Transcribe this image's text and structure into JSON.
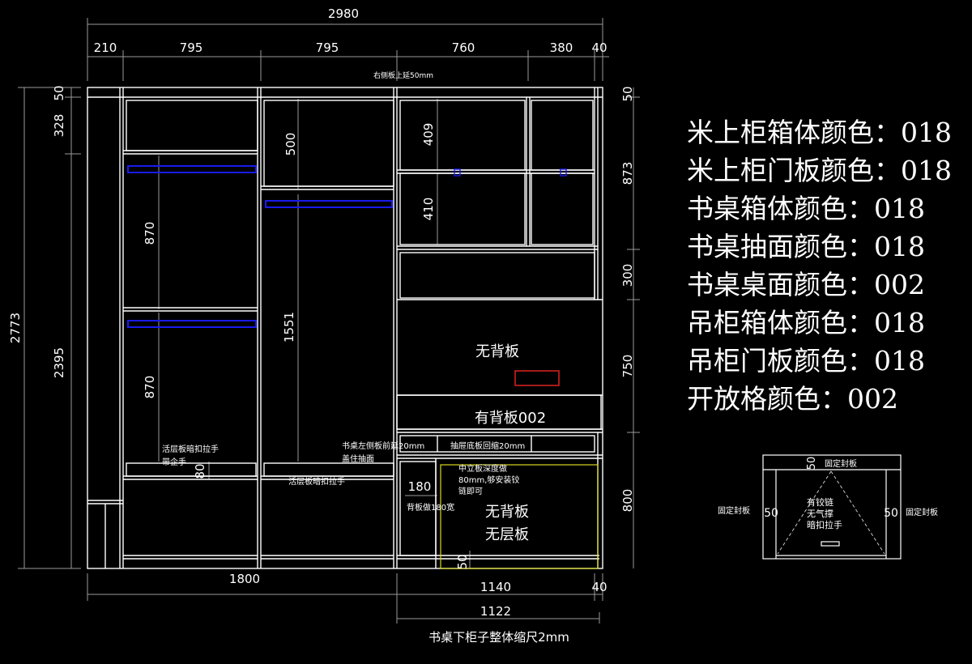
{
  "dimensions": {
    "top_total": "2980",
    "top_segments": [
      "210",
      "795",
      "795",
      "760",
      "380",
      "40"
    ],
    "left_total": "2773",
    "left_upper": "50",
    "left_upper2": "328",
    "left_lower": "2395",
    "right_segments": [
      "50",
      "873",
      "300",
      "750",
      "800"
    ],
    "inner": [
      "409",
      "410",
      "500",
      "870",
      "870",
      "1551",
      "80",
      "180",
      "50"
    ],
    "bottom_left": "1800",
    "bottom_mid": "1140",
    "bottom_right": "40",
    "bottom_desk": "1122"
  },
  "labels": {
    "right_side_panel": "右侧板上延50mm",
    "no_back_upper": "无背板",
    "back_002": "有背板002",
    "shelf_handle_left_1": "活层板暗扣拉手",
    "shelf_handle_left_2": "带企手",
    "shelf_handle_mid": "活层板暗扣拉手",
    "desk_side_1": "书桌左侧板前延20mm",
    "desk_side_2": "盖住抽面",
    "drawer_base": "抽屉底板回缩20mm",
    "center_panel_1": "中立板深度做",
    "center_panel_2": "80mm,够安装铰",
    "center_panel_3": "链即可",
    "back_recess": "背板做180宽",
    "no_back_lower": "无背板",
    "no_shelf_lower": "无层板",
    "desk_shrink": "书桌下柜子整体缩尺2mm"
  },
  "detail": {
    "dim_top": "50",
    "dim_left": "50",
    "dim_right": "50",
    "fixed_top": "固定封板",
    "fixed_left": "固定封板",
    "fixed_right": "固定封板",
    "hinge_1": "有铰链",
    "hinge_2": "无气撑",
    "hinge_3": "暗扣拉手"
  },
  "color_notes": [
    "米上柜箱体颜色：018",
    "米上柜门板颜色：018",
    "书桌箱体颜色：018",
    "书桌抽面颜色：018",
    "书桌桌面颜色：002",
    "吊柜箱体颜色：018",
    "吊柜门板颜色：018",
    "开放格颜色：002"
  ],
  "colors": {
    "line": "#ffffff",
    "dim": "#9a9a9a",
    "rail": "#1a1aee",
    "red": "#dd2222",
    "yellow": "#d8d820",
    "background": "#000000"
  }
}
